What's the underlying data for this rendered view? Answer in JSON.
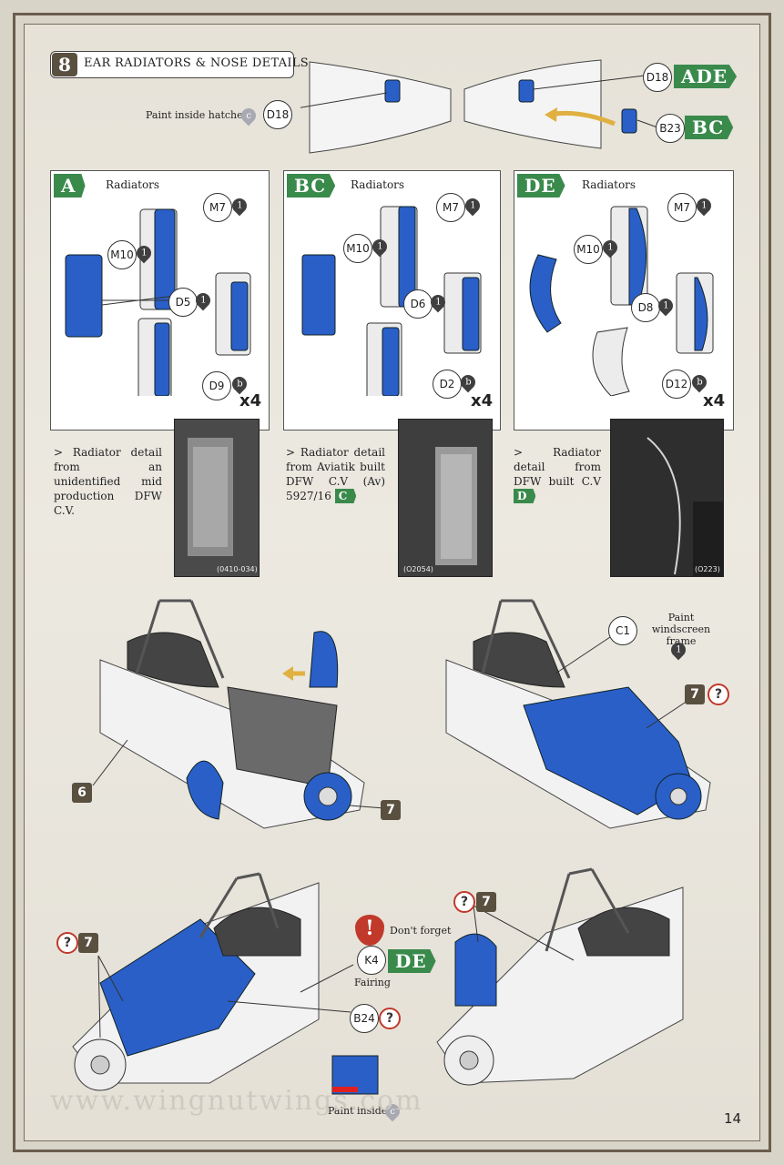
{
  "step": {
    "number": "8",
    "title": "EAR RADIATORS  & NOSE DETAILS"
  },
  "top": {
    "paint_inside_hatches": "Paint inside hatches",
    "paint_code_c": "c",
    "left_part": "D18",
    "right_parts": [
      {
        "part": "D18",
        "variant": "ADE"
      },
      {
        "part": "B23",
        "variant": "BC"
      }
    ]
  },
  "panels": [
    {
      "variant": "A",
      "label": "Radiators",
      "parts": [
        "M7",
        "M10",
        "D5",
        "D9"
      ],
      "paint": [
        "1",
        "1",
        "1",
        "b"
      ],
      "multiplier": "x4",
      "caption": "> Radiator detail from an unidentified mid production DFW C.V.",
      "photo_code": "(0410-034)"
    },
    {
      "variant": "BC",
      "label": "Radiators",
      "parts": [
        "M7",
        "M10",
        "D6",
        "D2"
      ],
      "paint": [
        "1",
        "1",
        "1",
        "b"
      ],
      "multiplier": "x4",
      "caption": "> Radiator detail from Aviatik built DFW C.V (Av) 5927/16",
      "caption_variant": "C",
      "photo_code": "(O2054)"
    },
    {
      "variant": "DE",
      "label": "Radiators",
      "parts": [
        "M7",
        "M10",
        "D8",
        "D12"
      ],
      "paint": [
        "1",
        "1",
        "1",
        "b"
      ],
      "multiplier": "x4",
      "caption": "> Radiator detail from DFW built C.V",
      "caption_variant": "D",
      "photo_code": "(O223)"
    }
  ],
  "middle": {
    "label6": "6",
    "label7a": "7",
    "label7b": "7",
    "q": "?",
    "c1": "C1",
    "paint_windscreen": "Paint windscreen frame",
    "paint_code_1": "1"
  },
  "bottom": {
    "label7c": "7",
    "label7d": "7",
    "q": "?",
    "dont_forget": "Don't forget",
    "warning": "!",
    "k4": "K4",
    "k4_variant": "DE",
    "fairing": "Fairing",
    "b24": "B24",
    "paint_inside": "Paint inside",
    "paint_code_c": "c"
  },
  "watermark": "www.wingnutwings.com",
  "page_number": "14",
  "colors": {
    "accent_green": "#3a8a4c",
    "part_blue": "#2a5fc8",
    "step_brown": "#5a5040",
    "question_red": "#c0392b"
  }
}
